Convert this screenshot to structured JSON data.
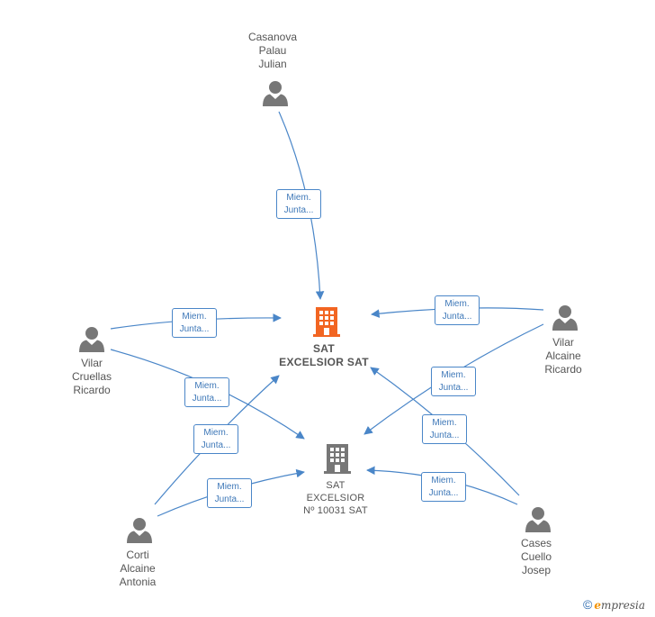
{
  "nodes": {
    "casanova": {
      "lines": [
        "Casanova",
        "Palau",
        "Julian"
      ]
    },
    "vilar_cruellas": {
      "lines": [
        "Vilar",
        "Cruellas",
        "Ricardo"
      ]
    },
    "vilar_alcaine": {
      "lines": [
        "Vilar",
        "Alcaine",
        "Ricardo"
      ]
    },
    "corti": {
      "lines": [
        "Corti",
        "Alcaine",
        "Antonia"
      ]
    },
    "cases": {
      "lines": [
        "Cases",
        "Cuello",
        "Josep"
      ]
    },
    "sat_excelsior": {
      "lines": [
        "SAT",
        "EXCELSIOR SAT"
      ]
    },
    "sat_10031": {
      "lines": [
        "SAT",
        "EXCELSIOR",
        "Nº 10031 SAT"
      ]
    }
  },
  "edge_label": [
    "Miem.",
    "Junta..."
  ],
  "colors": {
    "edge": "#4a86c8",
    "person_icon": "#777777",
    "main_company_icon": "#f26522",
    "company_icon": "#777777"
  },
  "icons": {
    "person": "person-icon",
    "company_main": "building-icon",
    "company": "building-icon"
  },
  "brand": {
    "copyright": "©",
    "initial": "e",
    "rest": "mpresia"
  }
}
